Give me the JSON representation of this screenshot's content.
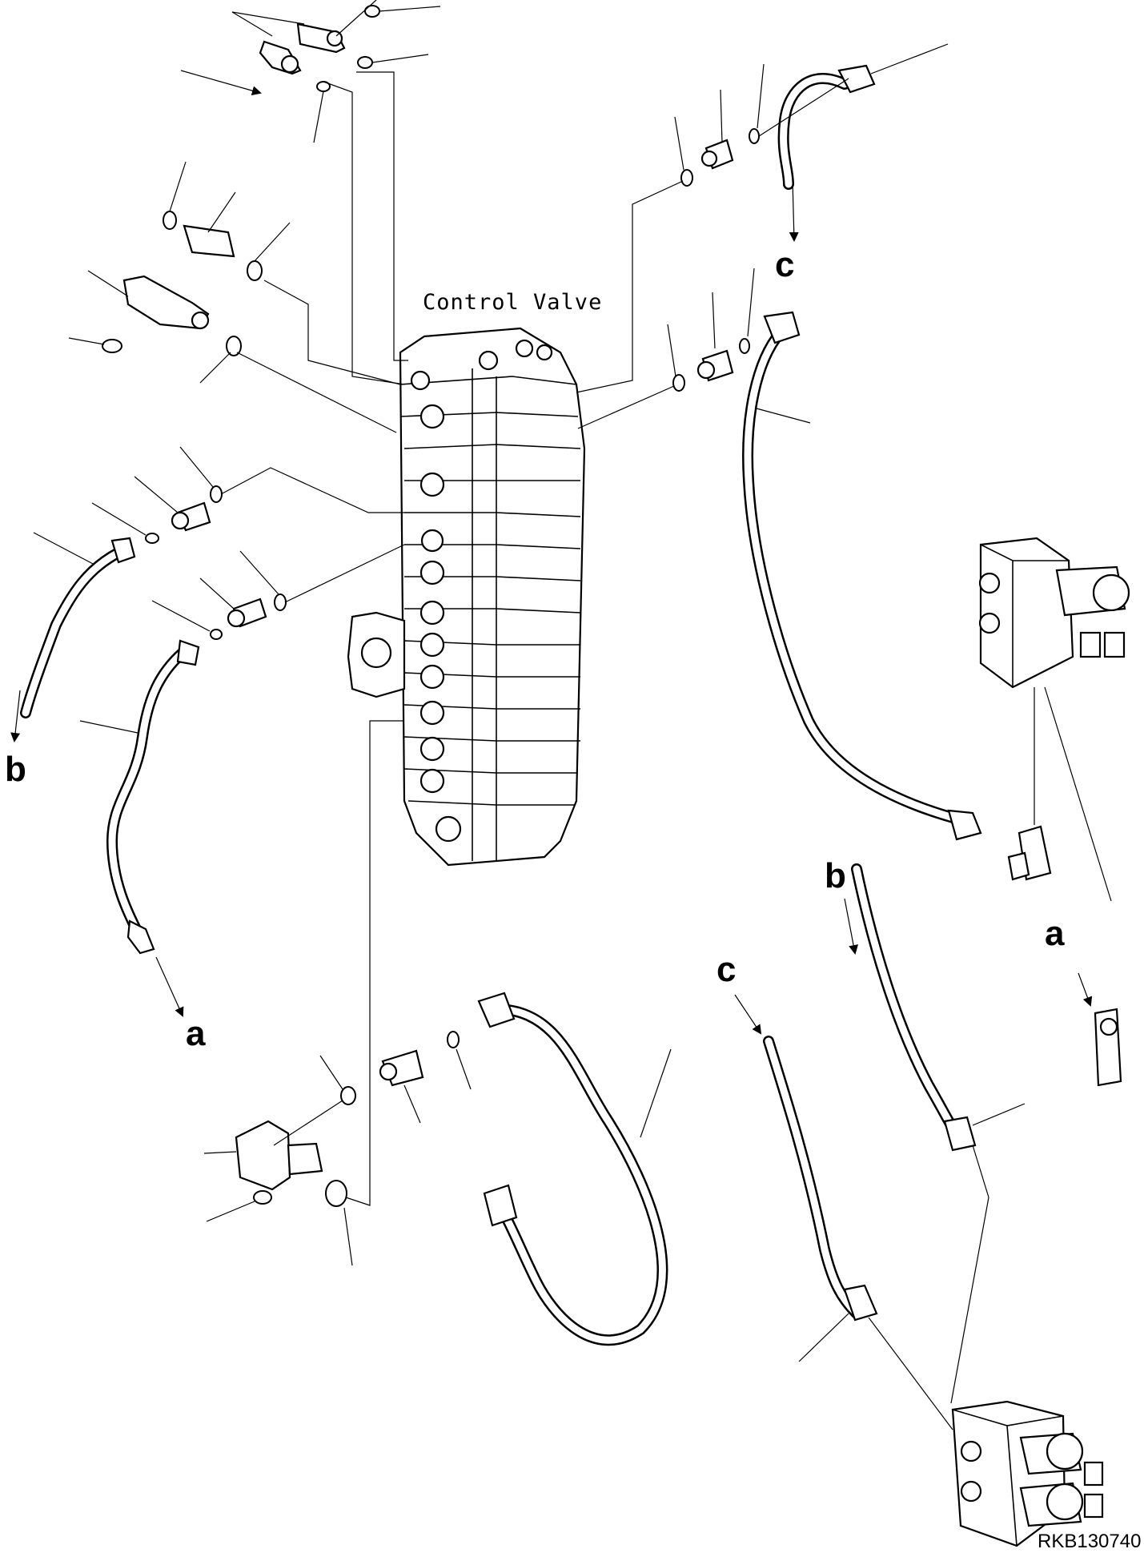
{
  "title": "Control Valve",
  "drawing_code": "RKB130740",
  "connection_labels": {
    "a": "a",
    "b": "b",
    "c": "c"
  },
  "colors": {
    "line": "#000000",
    "background": "#ffffff"
  }
}
